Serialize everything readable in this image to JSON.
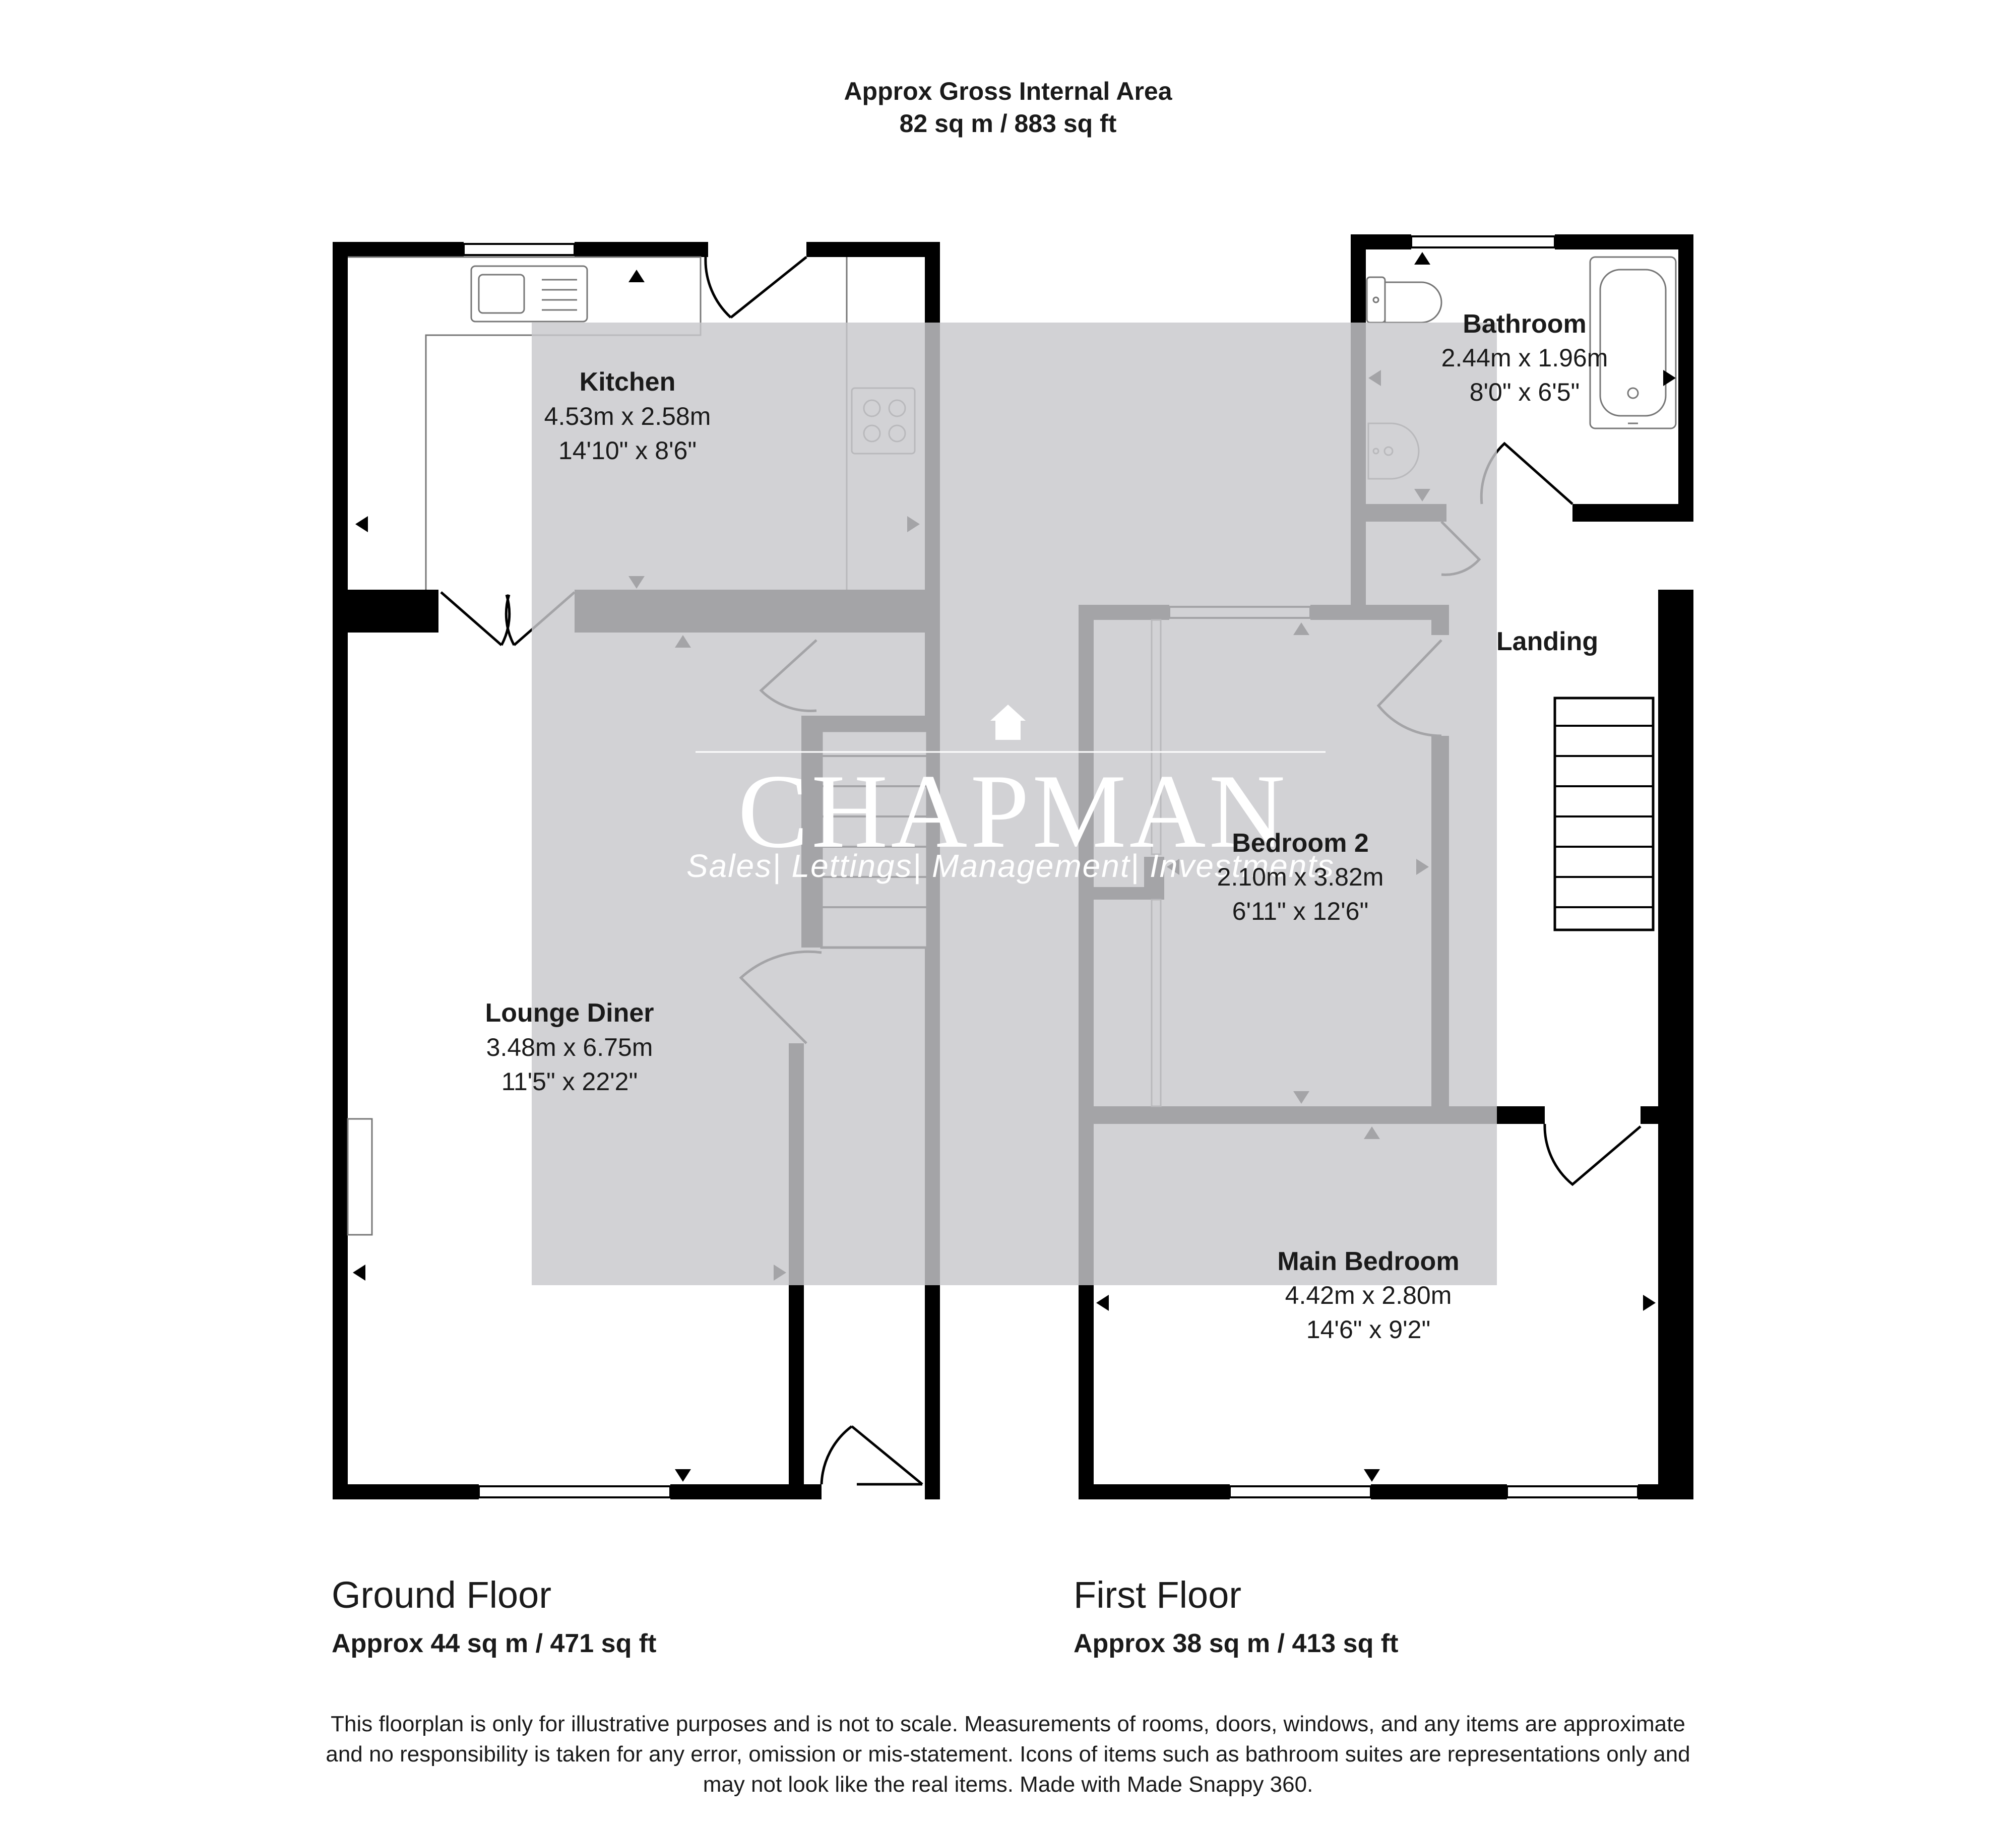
{
  "header": {
    "title": "Approx Gross Internal Area",
    "total_area": "82 sq m / 883 sq ft"
  },
  "watermark": {
    "brand": "CHAPMAN",
    "tagline": "Sales| Lettings| Management| Investments"
  },
  "ground_floor": {
    "label": "Ground Floor",
    "area": "Approx 44 sq m / 471 sq ft",
    "rooms": {
      "kitchen": {
        "name": "Kitchen",
        "metric": "4.53m x 2.58m",
        "imperial": "14'10\" x 8'6\""
      },
      "lounge": {
        "name": "Lounge Diner",
        "metric": "3.48m x 6.75m",
        "imperial": "11'5\" x 22'2\""
      }
    }
  },
  "first_floor": {
    "label": "First Floor",
    "area": "Approx 38 sq m / 413 sq ft",
    "rooms": {
      "bathroom": {
        "name": "Bathroom",
        "metric": "2.44m x 1.96m",
        "imperial": "8'0\" x 6'5\""
      },
      "landing": {
        "name": "Landing"
      },
      "bedroom2": {
        "name": "Bedroom 2",
        "metric": "2.10m x 3.82m",
        "imperial": "6'11\" x 12'6\""
      },
      "main_bedroom": {
        "name": "Main Bedroom",
        "metric": "4.42m x 2.80m",
        "imperial": "14'6\" x 9'2\""
      }
    }
  },
  "disclaimer": {
    "line1": "This floorplan is only for illustrative purposes and is not to scale. Measurements of rooms, doors, windows, and any items are approximate",
    "line2": "and no responsibility is taken for any error, omission or mis-statement. Icons of items such as bathroom suites are representations only and",
    "line3": "may not look like the real items. Made with Made Snappy 360."
  },
  "colors": {
    "wall": "#000000",
    "watermark_overlay": "#c8c8cc",
    "text": "#1a1a1a"
  }
}
